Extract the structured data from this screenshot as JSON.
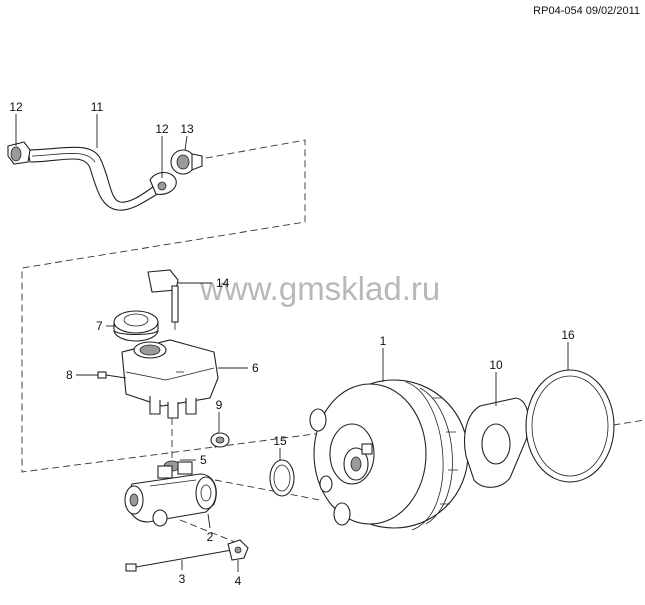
{
  "header": {
    "ref": "RP04-054 09/02/2011"
  },
  "watermark": "www.gmsklad.ru",
  "callouts": {
    "c1": "1",
    "c2": "2",
    "c3": "3",
    "c4": "4",
    "c5": "5",
    "c6": "6",
    "c7": "7",
    "c8": "8",
    "c9": "9",
    "c10": "10",
    "c11": "11",
    "c12a": "12",
    "c12b": "12",
    "c13": "13",
    "c14": "14",
    "c15": "15",
    "c16": "16"
  }
}
